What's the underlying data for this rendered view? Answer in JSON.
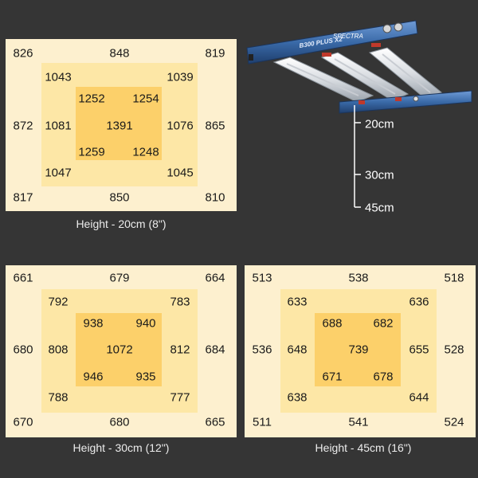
{
  "panels": [
    {
      "caption": "Height - 20cm (8\")",
      "values": {
        "top_left": "826",
        "top_center": "848",
        "top_right": "819",
        "mid_top_left": "1043",
        "mid_top_right": "1039",
        "inner_top_left": "1252",
        "inner_top_right": "1254",
        "left": "872",
        "mid_left": "1081",
        "center": "1391",
        "mid_right": "1076",
        "right": "865",
        "inner_bottom_left": "1259",
        "inner_bottom_right": "1248",
        "mid_bottom_left": "1047",
        "mid_bottom_right": "1045",
        "bottom_left": "817",
        "bottom_center": "850",
        "bottom_right": "810"
      }
    },
    {
      "caption": "Height - 30cm (12\")",
      "values": {
        "top_left": "661",
        "top_center": "679",
        "top_right": "664",
        "mid_top_left": "792",
        "mid_top_right": "783",
        "inner_top_left": "938",
        "inner_top_right": "940",
        "left": "680",
        "mid_left": "808",
        "center": "1072",
        "mid_right": "812",
        "right": "684",
        "inner_bottom_left": "946",
        "inner_bottom_right": "935",
        "mid_bottom_left": "788",
        "mid_bottom_right": "777",
        "bottom_left": "670",
        "bottom_center": "680",
        "bottom_right": "665"
      }
    },
    {
      "caption": "Height - 45cm (16\")",
      "values": {
        "top_left": "513",
        "top_center": "538",
        "top_right": "518",
        "mid_top_left": "633",
        "mid_top_right": "636",
        "inner_top_left": "688",
        "inner_top_right": "682",
        "left": "536",
        "mid_left": "648",
        "center": "739",
        "mid_right": "655",
        "right": "528",
        "inner_bottom_left": "671",
        "inner_bottom_right": "678",
        "mid_bottom_left": "638",
        "mid_bottom_right": "644",
        "bottom_left": "511",
        "bottom_center": "541",
        "bottom_right": "524"
      }
    }
  ],
  "light": {
    "model": "B300 PLUS X2",
    "logo": "SPECTRA",
    "heights": [
      "20cm",
      "30cm",
      "45cm"
    ]
  },
  "colors": {
    "background": "#353535",
    "zone_outer": "#fdf0cf",
    "zone_mid": "#fde7a6",
    "zone_inner": "#fcd06a",
    "fixture_blue": "#3a6aa8"
  }
}
